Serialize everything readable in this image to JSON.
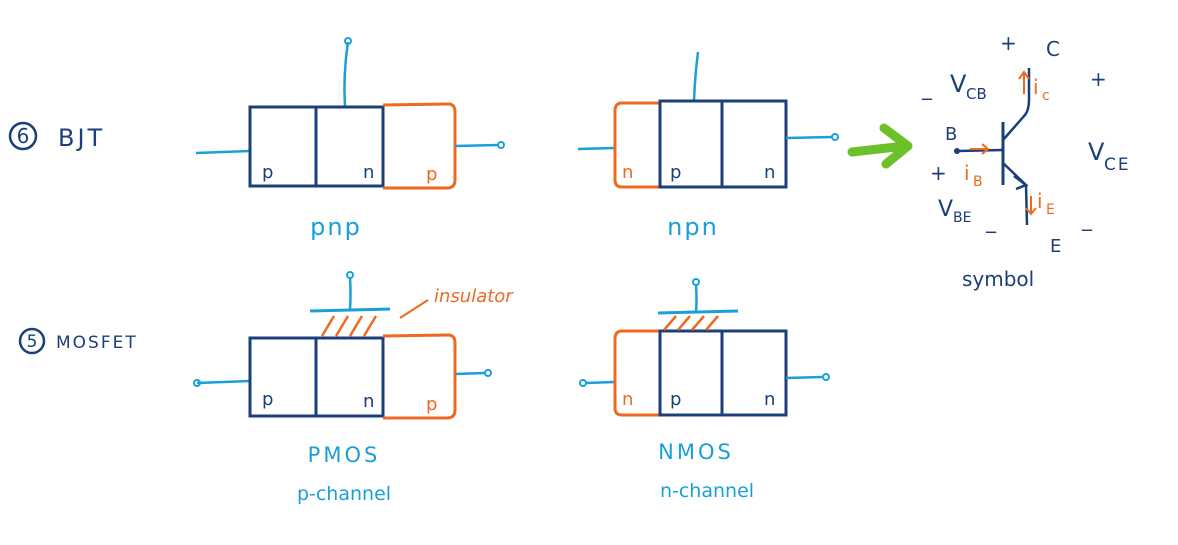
{
  "sections": {
    "bjt": {
      "number": "6",
      "title": "BJT"
    },
    "mosfet": {
      "number": "5",
      "title": "MOSFET"
    }
  },
  "devices": {
    "pnp": {
      "left": "p",
      "mid": "n",
      "right": "p",
      "caption": "pnp"
    },
    "npn": {
      "left": "n",
      "mid": "p",
      "right": "n",
      "caption": "npn"
    },
    "pmos": {
      "left": "p",
      "mid": "n",
      "right": "p",
      "caption1": "PMOS",
      "caption2": "p-channel"
    },
    "nmos": {
      "left": "n",
      "mid": "p",
      "right": "n",
      "caption1": "NMOS",
      "caption2": "n-channel"
    }
  },
  "insulator_label": "insulator",
  "symbol": {
    "caption": "symbol",
    "collector": "C",
    "base": "B",
    "emitter": "E",
    "plus": "+",
    "minus": "_",
    "v": "V",
    "sub_cb": "CB",
    "sub_ce": "CE",
    "sub_be": "BE",
    "i": "i",
    "sub_c": "c",
    "sub_b": "B",
    "sub_e": "E"
  },
  "colors": {
    "navy": "#1b3f78",
    "cyan": "#1aa0d8",
    "orange": "#ee6a1f",
    "green": "#6cc02a"
  }
}
